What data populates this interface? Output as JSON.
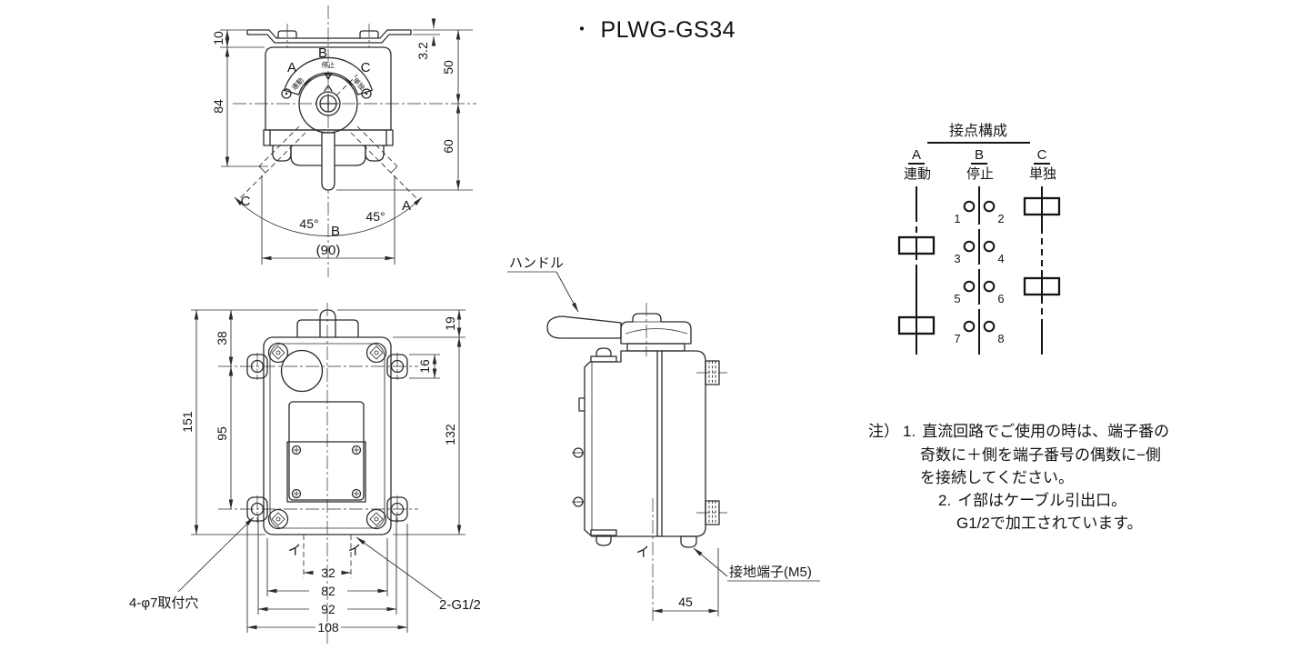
{
  "title": {
    "bullet": "・",
    "model": "PLWG-GS34"
  },
  "top_view": {
    "positions": {
      "a": "A",
      "b": "B",
      "c": "C"
    },
    "dial": {
      "stop": "停止",
      "linked": "連動",
      "single": "単独"
    },
    "swing": {
      "left": "C",
      "right": "A",
      "bottom": "B",
      "angle_left": "45°",
      "angle_right": "45°"
    },
    "dims": {
      "h10": "10",
      "h84": "84",
      "t3_2": "3.2",
      "h50": "50",
      "h60": "60",
      "w90": "(90)"
    }
  },
  "front_view": {
    "dims": {
      "h151": "151",
      "h38": "38",
      "h95": "95",
      "h19": "19",
      "h16": "16",
      "h132": "132",
      "w32": "32",
      "w82": "82",
      "w92": "92",
      "w108": "108"
    },
    "labels": {
      "mount_holes": "4-φ7取付穴",
      "conduit": "2-G1/2",
      "cable_left": "イ",
      "cable_right": "イ"
    }
  },
  "side_view": {
    "labels": {
      "handle": "ハンドル",
      "earth": "接地端子(M5)",
      "cable": "イ"
    },
    "dims": {
      "d45": "45"
    }
  },
  "contact_diagram": {
    "title": "接点構成",
    "columns": [
      {
        "letter": "A",
        "name": "連動"
      },
      {
        "letter": "B",
        "name": "停止"
      },
      {
        "letter": "C",
        "name": "単独"
      }
    ],
    "terminals": [
      "1",
      "2",
      "3",
      "4",
      "5",
      "6",
      "7",
      "8"
    ]
  },
  "notes": {
    "prefix": "注）",
    "item1_no": "1.",
    "item1_l1": "直流回路でご使用の時は、端子番の",
    "item1_l2": "奇数に＋側を端子番号の偶数に−側",
    "item1_l3": "を接続してください。",
    "item2_no": "2.",
    "item2_l1": "イ部はケーブル引出口。",
    "item2_l2": "G1/2で加工されています。"
  }
}
